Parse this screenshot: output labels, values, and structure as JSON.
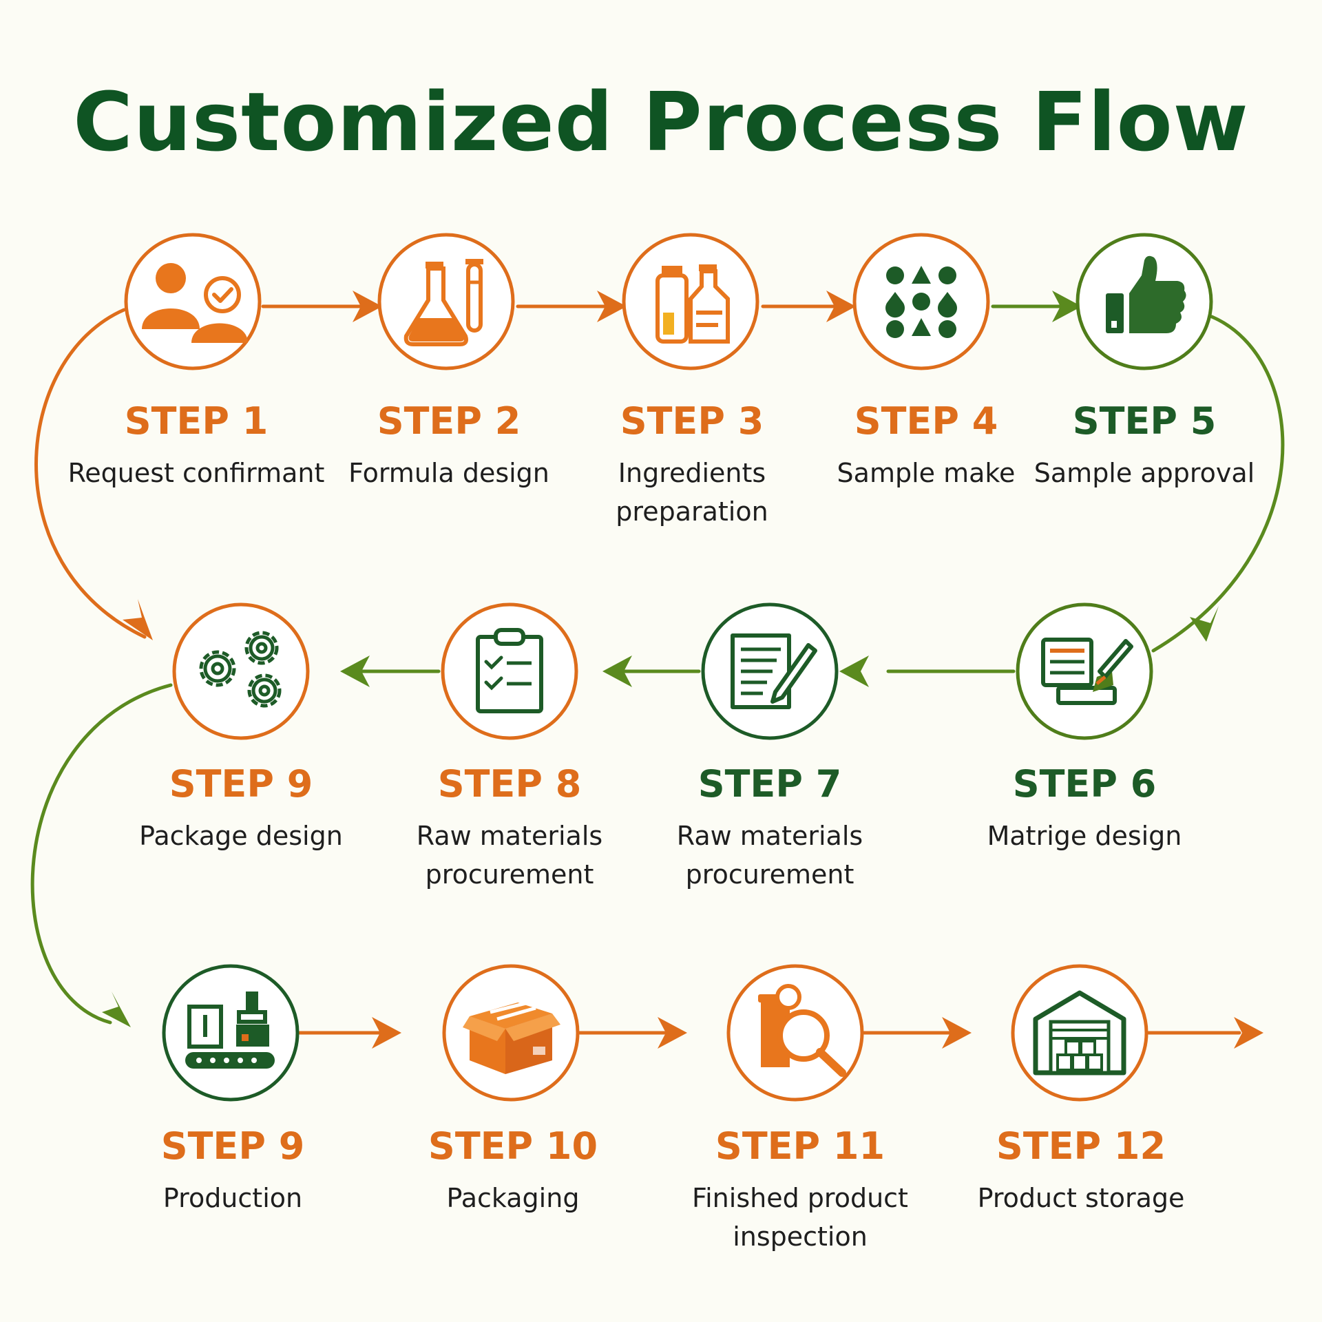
{
  "title": "Customized Process Flow",
  "colors": {
    "orange": "#de6d1b",
    "green": "#1d5b27",
    "olive": "#4f7d1a",
    "title": "#0f5423"
  },
  "steps": [
    {
      "label": "STEP 1",
      "text": "Request confirmant",
      "color": "#de6d1b",
      "icon": "person-check-icon"
    },
    {
      "label": "STEP 2",
      "text": "Formula design",
      "color": "#de6d1b",
      "icon": "flask-icon"
    },
    {
      "label": "STEP 3",
      "text": "Ingredients preparation",
      "color": "#de6d1b",
      "icon": "bottles-icon"
    },
    {
      "label": "STEP 4",
      "text": "Sample make",
      "color": "#de6d1b",
      "icon": "pills-icon"
    },
    {
      "label": "STEP 5",
      "text": "Sample approval",
      "color": "#1d5b27",
      "icon": "thumbs-up-icon"
    },
    {
      "label": "STEP 6",
      "text": "Matrige design",
      "color": "#1d5b27",
      "icon": "design-tablet-icon"
    },
    {
      "label": "STEP 7",
      "text": "Raw materials procurement",
      "color": "#1d5b27",
      "icon": "document-pen-icon"
    },
    {
      "label": "STEP 8",
      "text": "Raw materials procurement",
      "color": "#de6d1b",
      "icon": "checklist-icon"
    },
    {
      "label": "STEP 9",
      "text": "Package design",
      "color": "#de6d1b",
      "icon": "gears-icon"
    },
    {
      "label": "STEP 9",
      "text": "Production",
      "color": "#de6d1b",
      "icon": "production-line-icon"
    },
    {
      "label": "STEP 10",
      "text": "Packaging",
      "color": "#de6d1b",
      "icon": "box-icon"
    },
    {
      "label": "STEP 11",
      "text": "Finished product inspection",
      "color": "#de6d1b",
      "icon": "magnifier-icon"
    },
    {
      "label": "STEP 12",
      "text": "Product storage",
      "color": "#de6d1b",
      "icon": "warehouse-icon"
    }
  ]
}
